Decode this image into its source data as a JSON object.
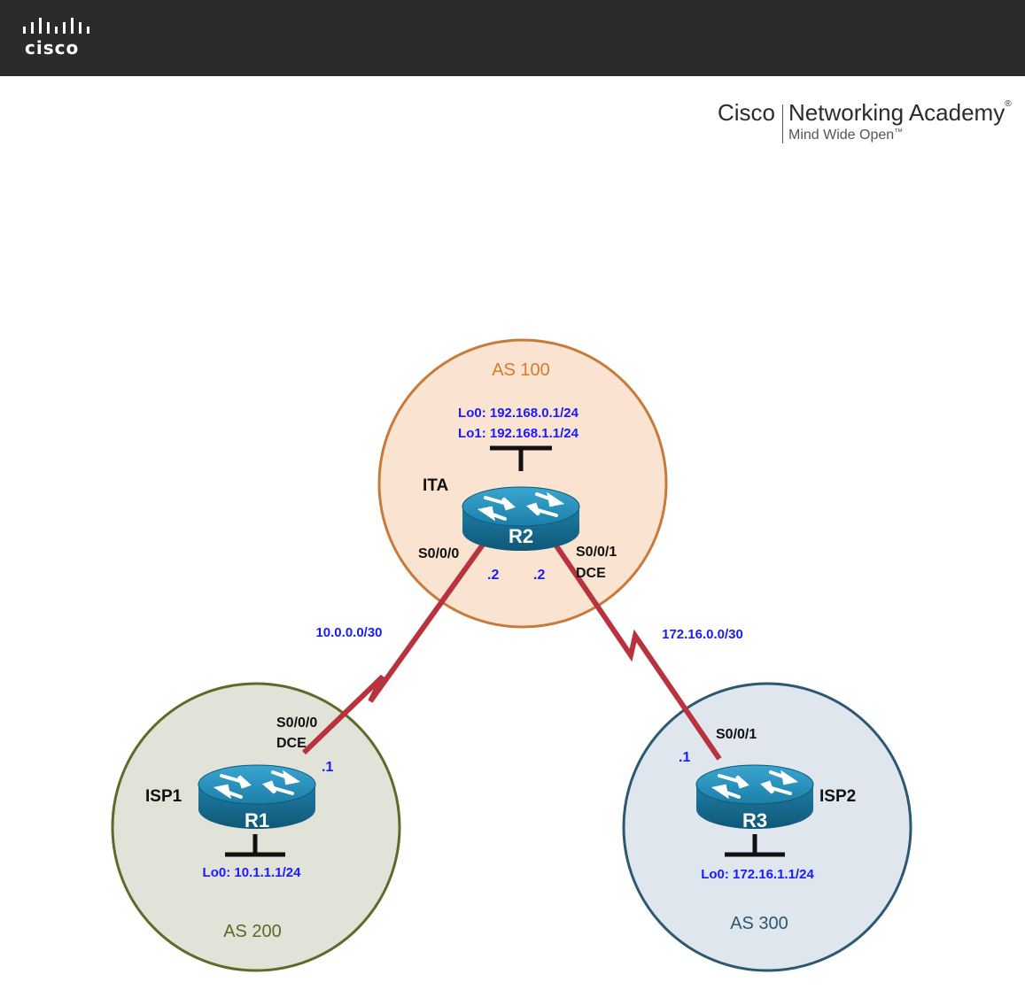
{
  "header": {
    "logo_text": "cisco",
    "academy_brand": "Cisco",
    "academy_product": "Networking Academy",
    "academy_reg": "®",
    "academy_tagline": "Mind Wide Open",
    "academy_tagline_tm": "™"
  },
  "colors": {
    "header_bg": "#2b2b2b",
    "as100_fill": "#fbe3d1",
    "as100_stroke": "#c77a3a",
    "as100_text": "#d87a2a",
    "as200_fill": "#e1e3d9",
    "as200_stroke": "#5e6a2a",
    "as200_text": "#5a6a25",
    "as300_fill": "#dfe6ee",
    "as300_stroke": "#2c5872",
    "as300_text": "#2c5872",
    "link": "#b8333e",
    "ip_text": "#1a1aff",
    "label_text": "#111111",
    "router_body": "#1e7fa8"
  },
  "diagram": {
    "as100": {
      "label": "AS 100",
      "lo0": "Lo0: 192.168.0.1/24",
      "lo1": "Lo1: 192.168.1.1/24",
      "router_name": "R2",
      "device_label": "ITA",
      "if_left": "S0/0/0",
      "if_left_ip": ".2",
      "if_right": "S0/0/1",
      "if_right_dce": "DCE",
      "if_right_ip": ".2"
    },
    "as200": {
      "label": "AS 200",
      "lo0": "Lo0: 10.1.1.1/24",
      "router_name": "R1",
      "device_label": "ISP1",
      "if": "S0/0/0",
      "if_dce": "DCE",
      "if_ip": ".1"
    },
    "as300": {
      "label": "AS 300",
      "lo0": "Lo0: 172.16.1.1/24",
      "router_name": "R3",
      "device_label": "ISP2",
      "if": "S0/0/1",
      "if_ip": ".1"
    },
    "link_left": "10.0.0.0/30",
    "link_right": "172.16.0.0/30"
  }
}
